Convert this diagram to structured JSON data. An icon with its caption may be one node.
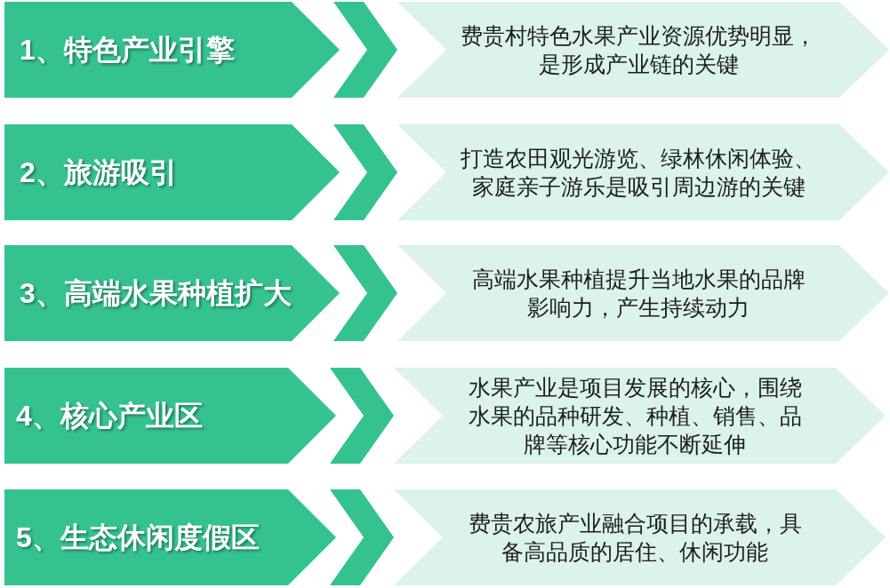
{
  "diagram": {
    "nodes": [
      {
        "text": [
          "1、特色产业引擎"
        ]
      },
      {
        "text": [
          "费贵村特色水果产业资源优势明显，是形成产业链的关键"
        ]
      },
      {
        "text": [
          "2、旅游吸引"
        ]
      },
      {
        "text": [
          "打造农田观光游览、绿林休闲体验、家庭亲子游乐是吸引周边游的关键"
        ]
      },
      {
        "text": [
          "3、高端水果种植扩大"
        ]
      },
      {
        "text": [
          "高端水果种植提升当地水果的品牌影响力，产生持续动力"
        ]
      },
      {
        "text": [
          "4、核心产业区"
        ]
      },
      {
        "text": [
          "水果产业是项目发展的核心，围绕水果的品种研发、种植、销售、品牌等核心功能不断延伸"
        ]
      },
      {
        "text": [
          "5、生态休闲度假区"
        ]
      },
      {
        "text": [
          "费贵农旅产业融合项目的承载，具备高品质的居住、休闲功能"
        ]
      }
    ],
    "edges": [
      {
        "from": 0,
        "to": 1,
        "arrow": "to"
      },
      {
        "from": 2,
        "to": 3,
        "arrow": "to"
      },
      {
        "from": 4,
        "to": 5,
        "arrow": "to"
      },
      {
        "from": 6,
        "to": 7,
        "arrow": "to"
      },
      {
        "from": 8,
        "to": 9,
        "arrow": "to"
      }
    ]
  }
}
